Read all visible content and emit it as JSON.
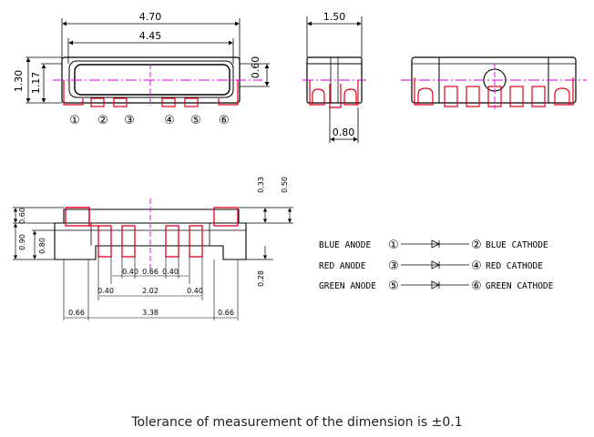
{
  "top_view": {
    "length_outer": "4.70",
    "length_inner": "4.45",
    "height_total": "1.30",
    "height_body": "1.17",
    "height_window": "0.60",
    "pins": [
      "①",
      "②",
      "③",
      "④",
      "⑤",
      "⑥"
    ]
  },
  "side_view": {
    "width": "1.50",
    "pad_width": "0.80"
  },
  "bottom_view": {
    "v_060": "0.60",
    "v_090": "0.90",
    "v_080": "0.80",
    "v_033": "0.33",
    "v_050": "0.50",
    "v_028": "0.28",
    "pad_a": "0.40",
    "gap": "0.66",
    "pad_b": "0.40",
    "pad_left": "0.40",
    "span": "2.02",
    "pad_right": "0.40",
    "edge_left": "0.66",
    "center": "3.38",
    "edge_right": "0.66"
  },
  "legend": [
    {
      "anode": "BLUE ANODE",
      "anode_pin": "①",
      "cathode_pin": "②",
      "cathode": "BLUE CATHODE"
    },
    {
      "anode": "RED ANODE",
      "anode_pin": "③",
      "cathode_pin": "④",
      "cathode": "RED CATHODE"
    },
    {
      "anode": "GREEN ANODE",
      "anode_pin": "⑤",
      "cathode_pin": "⑥",
      "cathode": "GREEN CATHODE"
    }
  ],
  "caption": "Tolerance of measurement of the dimension is ±0.1",
  "colors": {
    "outline": "#000000",
    "pads": "#e0001b",
    "centerline": "#d400d4"
  }
}
